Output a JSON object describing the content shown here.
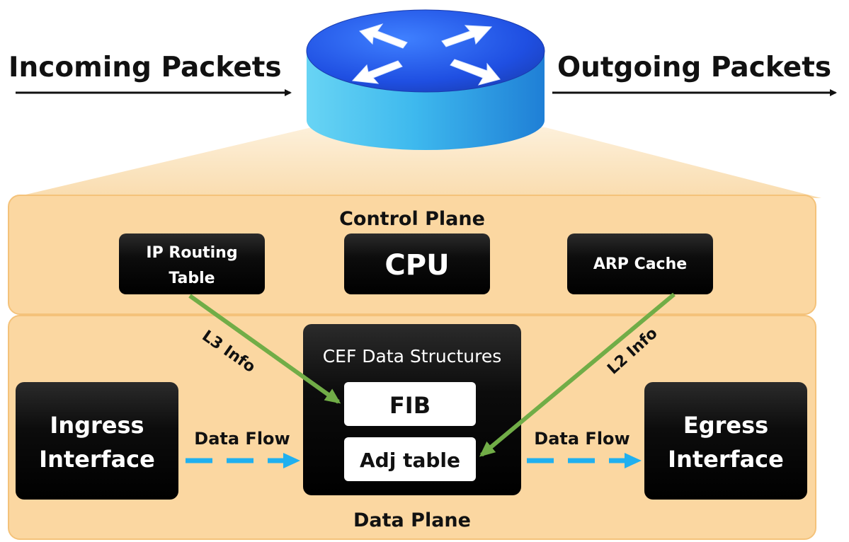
{
  "incoming_label": "Incoming Packets",
  "outgoing_label": "Outgoing Packets",
  "control_plane": {
    "title": "Control Plane",
    "ip_routing_table": [
      "IP Routing",
      "Table"
    ],
    "cpu": "CPU",
    "arp_cache": "ARP Cache"
  },
  "data_plane": {
    "title": "Data Plane",
    "ingress": [
      "Ingress",
      "Interface"
    ],
    "egress": [
      "Egress",
      "Interface"
    ],
    "cef_title": "CEF Data Structures",
    "fib": "FIB",
    "adj_table": "Adj table",
    "data_flow_left": "Data Flow",
    "data_flow_right": "Data Flow"
  },
  "l3_info": "L3 Info",
  "l2_info": "L2 Info",
  "colors": {
    "plane_fill": "#fbd7a1",
    "plane_border": "#f4c27a",
    "box_dark": "#111111",
    "green_arrow": "#71ad47",
    "blue_dashed": "#20b0ef",
    "router_blue": "#1f59e6"
  }
}
